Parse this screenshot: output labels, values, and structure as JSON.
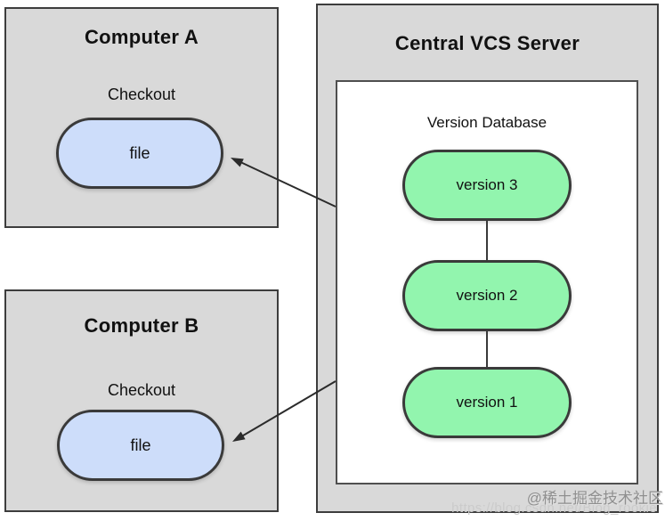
{
  "diagram": {
    "computer_a": {
      "title": "Computer A",
      "action_label": "Checkout",
      "node_label": "file"
    },
    "computer_b": {
      "title": "Computer B",
      "action_label": "Checkout",
      "node_label": "file"
    },
    "server": {
      "title": "Central VCS Server",
      "database": {
        "title": "Version Database",
        "versions": [
          {
            "label": "version 3"
          },
          {
            "label": "version 2"
          },
          {
            "label": "version 1"
          }
        ]
      }
    },
    "colors": {
      "box_fill": "#d9d9d9",
      "box_border": "#3d3d3d",
      "file_fill": "#cdddfa",
      "version_fill": "#92f5ae",
      "node_border": "#3a3a3a",
      "arrow": "#2b2b2b"
    }
  },
  "watermark": {
    "url_text": "https://blog.csdn.net/Blog_rookie",
    "community_text": "@稀土掘金技术社区"
  }
}
